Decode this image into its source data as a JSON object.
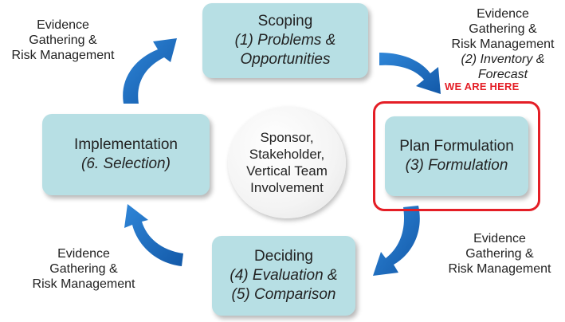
{
  "boxes": {
    "scoping": {
      "title": "Scoping",
      "line1": "(1) Problems &",
      "line2": "Opportunities"
    },
    "plan": {
      "title": "Plan Formulation",
      "line1": "(3) Formulation"
    },
    "deciding": {
      "title": "Deciding",
      "line1": "(4) Evaluation &",
      "line2": "(5) Comparison"
    },
    "implementation": {
      "title": "Implementation",
      "line1": "(6. Selection)"
    }
  },
  "center": {
    "lines": [
      "Sponsor,",
      "Stakeholder,",
      "Vertical Team",
      "Involvement"
    ]
  },
  "notes": {
    "top_left": [
      "Evidence",
      "Gathering &",
      "Risk Management"
    ],
    "top_right": {
      "lines": [
        "Evidence",
        "Gathering &",
        "Risk Management"
      ],
      "italic_lines": [
        "(2) Inventory &",
        "Forecast"
      ]
    },
    "bottom_left": [
      "Evidence",
      "Gathering &",
      "Risk Management"
    ],
    "bottom_right": [
      "Evidence",
      "Gathering &",
      "Risk Management"
    ]
  },
  "marker": {
    "label": "WE ARE HERE",
    "color": "#e41e26"
  },
  "colors": {
    "box_fill": "#b7dfe4",
    "arrow": "#1f6fc5"
  }
}
